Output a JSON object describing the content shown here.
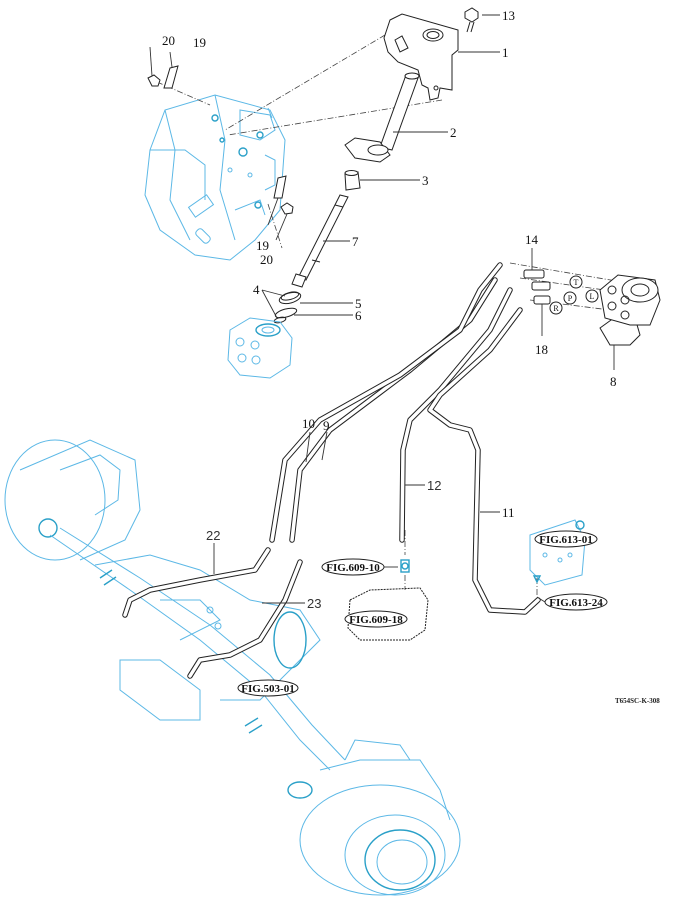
{
  "diagram": {
    "title": "Steering hydraulic hoses exploded view",
    "drawing_code": "T654SC-K-308",
    "colors": {
      "parts_line": "#222222",
      "reference_line": "#5cb8e6",
      "reference_accent": "#2aa0c8",
      "background": "#ffffff"
    },
    "callouts": [
      {
        "id": "1",
        "label": "1"
      },
      {
        "id": "2",
        "label": "2"
      },
      {
        "id": "3",
        "label": "3"
      },
      {
        "id": "4",
        "label": "4"
      },
      {
        "id": "5",
        "label": "5"
      },
      {
        "id": "6",
        "label": "6"
      },
      {
        "id": "7",
        "label": "7"
      },
      {
        "id": "8",
        "label": "8"
      },
      {
        "id": "9",
        "label": "9"
      },
      {
        "id": "10",
        "label": "10"
      },
      {
        "id": "11",
        "label": "11"
      },
      {
        "id": "12",
        "label": "12"
      },
      {
        "id": "13",
        "label": "13"
      },
      {
        "id": "14",
        "label": "14"
      },
      {
        "id": "18",
        "label": "18"
      },
      {
        "id": "19a",
        "label": "19"
      },
      {
        "id": "19b",
        "label": "19"
      },
      {
        "id": "20a",
        "label": "20"
      },
      {
        "id": "20b",
        "label": "20"
      },
      {
        "id": "22",
        "label": "22"
      },
      {
        "id": "23",
        "label": "23"
      }
    ],
    "figure_refs": [
      {
        "id": "fig-609-10",
        "label": "FIG.609-10"
      },
      {
        "id": "fig-609-18",
        "label": "FIG.609-18"
      },
      {
        "id": "fig-613-01",
        "label": "FIG.613-01"
      },
      {
        "id": "fig-613-24",
        "label": "FIG.613-24"
      },
      {
        "id": "fig-503-01",
        "label": "FIG.503-01"
      }
    ],
    "ports": [
      {
        "id": "T",
        "label": "T"
      },
      {
        "id": "P",
        "label": "P"
      },
      {
        "id": "L",
        "label": "L"
      },
      {
        "id": "R",
        "label": "R"
      }
    ]
  }
}
